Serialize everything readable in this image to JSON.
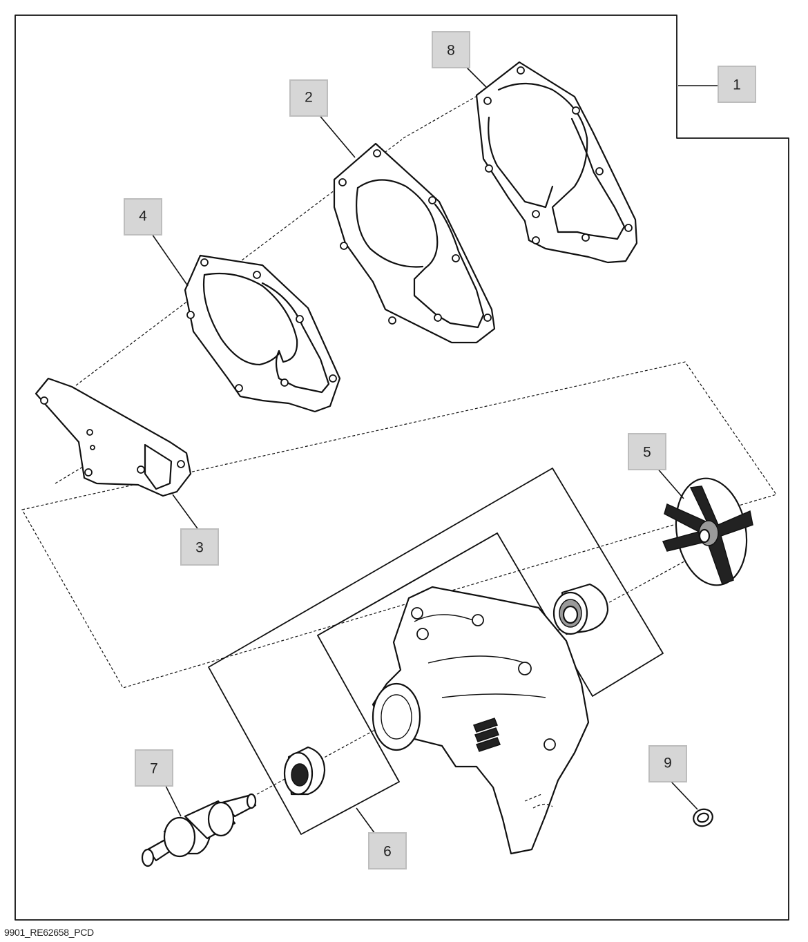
{
  "diagram": {
    "callouts": [
      {
        "id": "callout-1",
        "label": "1"
      },
      {
        "id": "callout-2",
        "label": "2"
      },
      {
        "id": "callout-3",
        "label": "3"
      },
      {
        "id": "callout-4",
        "label": "4"
      },
      {
        "id": "callout-5",
        "label": "5"
      },
      {
        "id": "callout-6",
        "label": "6"
      },
      {
        "id": "callout-7",
        "label": "7"
      },
      {
        "id": "callout-8",
        "label": "8"
      },
      {
        "id": "callout-9",
        "label": "9"
      }
    ],
    "footer_code": "9901_RE62658_PCD"
  }
}
